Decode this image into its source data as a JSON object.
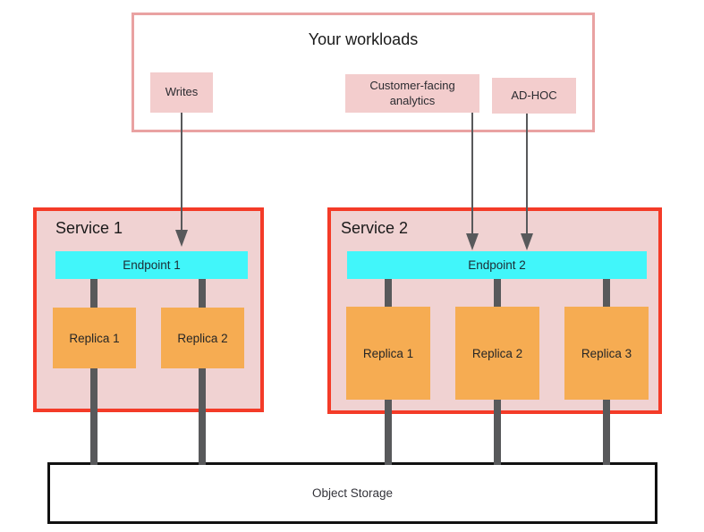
{
  "workloads": {
    "title": "Your workloads",
    "items": [
      {
        "label": "Writes"
      },
      {
        "label": "Customer-facing analytics"
      },
      {
        "label": "AD-HOC"
      }
    ]
  },
  "services": [
    {
      "name": "Service 1",
      "endpoint": "Endpoint 1",
      "replicas": [
        "Replica 1",
        "Replica 2"
      ]
    },
    {
      "name": "Service 2",
      "endpoint": "Endpoint 2",
      "replicas": [
        "Replica 1",
        "Replica 2",
        "Replica 3"
      ]
    }
  ],
  "storage": {
    "label": "Object Storage"
  },
  "colors": {
    "service_border_red": "#f43b28",
    "service_fill_pink": "#f0d2d2",
    "workload_fill_pink": "#f3cdcd",
    "workloads_border_pink": "#e9a2a2",
    "endpoint_cyan": "#41f6fa",
    "replica_orange": "#f6ac52",
    "connector_gray": "#58595b",
    "storage_border_black": "#111111"
  }
}
